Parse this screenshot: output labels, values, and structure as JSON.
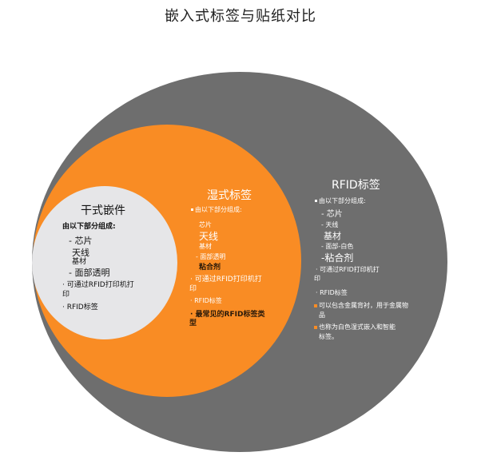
{
  "title": "嵌入式标签与贴纸对比",
  "colors": {
    "outer": "#6e6e6e",
    "middle": "#f98c24",
    "inner": "#e6e6e8",
    "inner_text": "#111111",
    "middle_text": "#ffffff",
    "middle_dark_text": "#2a1a0a",
    "outer_text": "#ffffff",
    "orange_bullet": "#f98c24"
  },
  "inner": {
    "title": "干式嵌件",
    "intro": "由以下部分组成:",
    "items": [
      "- 芯片",
      "天线",
      "基材",
      "- 面部透明"
    ],
    "bullets": [
      "· 可通过RFID打印机打",
      "印",
      "· RFID标签"
    ]
  },
  "middle": {
    "title": "湿式标签",
    "intro": "由以下部分组成:",
    "items": [
      "芯片",
      "天线",
      "基材",
      "- 面部透明",
      "粘合剂"
    ],
    "bullets": [
      "· 可通过RFID打印机打",
      "印",
      "· RFID标签",
      "· 最常见的RFID标签类",
      "型"
    ]
  },
  "outer": {
    "title": "RFID标签",
    "intro": "由以下部分组成:",
    "items": [
      "- 芯片",
      "- 天线",
      "基材",
      "- 面部-白色",
      "-粘合剂"
    ],
    "bullets": [
      "· 可通过RFID打印机打",
      "印",
      "· RFID标签",
      "可以包含金属背衬，用于金属物",
      "品",
      "也称为白色湿式嵌入和智能",
      "标签。"
    ]
  }
}
